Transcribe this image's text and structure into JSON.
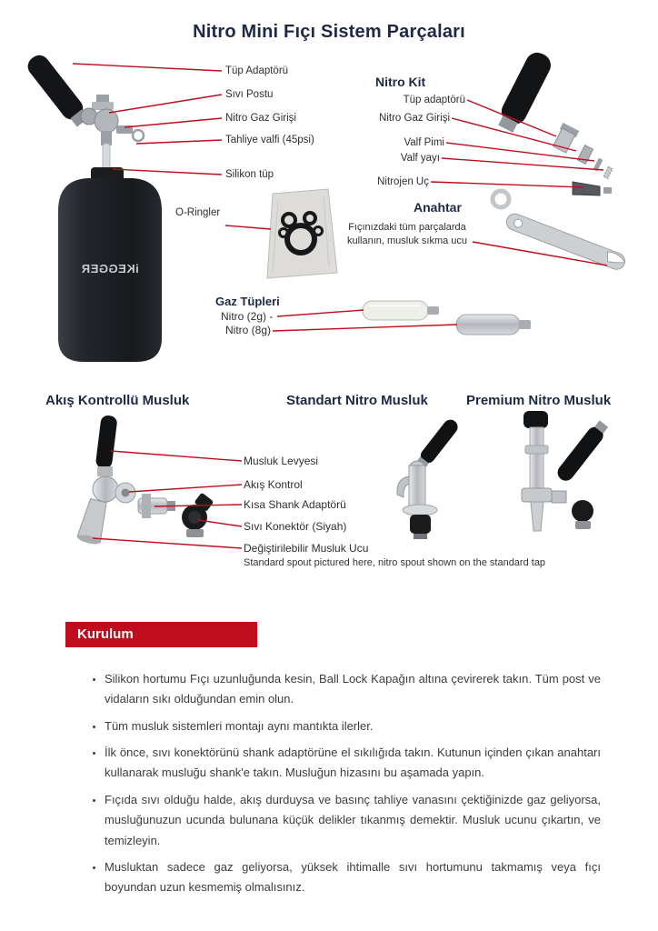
{
  "title": "Nitro Mini Fıçı Sistem Parçaları",
  "colors": {
    "accent_red": "#c00d1e",
    "heading_navy": "#1e2946"
  },
  "keg": {
    "brand": "iKEGGER",
    "labels": {
      "tube_adapter": "Tüp Adaptörü",
      "liquid_post": "Sıvı Postu",
      "gas_inlet": "Nitro Gaz Girişi",
      "relief_valve": "Tahliye valfi (45psi)",
      "silicone_tube": "Silikon tüp",
      "orings": "O-Ringler"
    }
  },
  "nitro_kit": {
    "heading": "Nitro Kit",
    "labels": {
      "tube_adapter": "Tüp adaptörü",
      "gas_inlet": "Nitro Gaz Girişi",
      "valve_pin": "Valf Pimi",
      "valve_spring": "Valf yayı",
      "nitrogen_tip": "Nitrojen Uç"
    },
    "spanner": {
      "heading": "Anahtar",
      "note": "Fıçınızdaki tüm parçalarda kullanın, musluk sıkma ucu"
    }
  },
  "gas": {
    "heading": "Gaz Tüpleri",
    "nitro_2g": "Nitro (2g) -",
    "nitro_8g": "Nitro (8g)"
  },
  "taps": {
    "headings": [
      "Akış Kontrollü Musluk",
      "Standart Nitro Musluk",
      "Premium Nitro Musluk"
    ],
    "labels": {
      "lever": "Musluk Levyesi",
      "flow_control": "Akış Kontrol",
      "shank_adapter": "Kısa Shank Adaptörü",
      "liquid_connector": "Sıvı Konektör (Siyah)",
      "spout": "Değiştirilebilir Musluk Ucu",
      "spout_note": "Standard spout pictured here, nitro spout shown on the standard tap"
    }
  },
  "install": {
    "heading": "Kurulum",
    "bullets": [
      "Silikon hortumu Fıçı uzunluğunda kesin, Ball Lock Kapağın altına çevirerek takın. Tüm post ve vidaların sıkı olduğundan emin olun.",
      "Tüm musluk sistemleri montajı aynı mantıkta ilerler.",
      "İlk önce, sıvı konektörünü shank adaptörüne el sıkılığıda takın. Kutunun içinden çıkan anahtarı kullanarak  musluğu shank'e takın. Musluğun hizasını bu aşamada yapın.",
      "Fıçıda sıvı olduğu halde, akış durduysa ve basınç tahliye vanasını çektiğinizde gaz geliyorsa, musluğunuzun ucunda bulunana küçük delikler tıkanmış demektir. Musluk ucunu çıkartın, ve temizleyin.",
      "Musluktan sadece gaz geliyorsa, yüksek ihtimalle sıvı hortumunu takmamış veya fıçı boyundan uzun kesmemiş olmalısınız."
    ]
  }
}
